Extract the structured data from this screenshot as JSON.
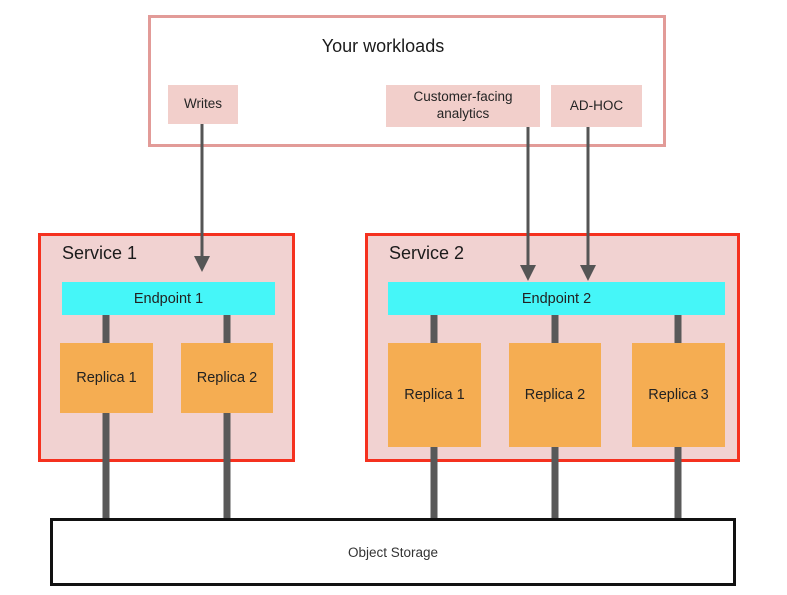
{
  "workloads": {
    "title": "Your workloads",
    "items": [
      {
        "label": "Writes"
      },
      {
        "label": "Customer-facing analytics"
      },
      {
        "label": "AD-HOC"
      }
    ]
  },
  "services": [
    {
      "name": "Service 1",
      "endpoint": "Endpoint 1",
      "replicas": [
        {
          "label": "Replica 1"
        },
        {
          "label": "Replica 2"
        }
      ]
    },
    {
      "name": "Service 2",
      "endpoint": "Endpoint 2",
      "replicas": [
        {
          "label": "Replica 1"
        },
        {
          "label": "Replica 2"
        },
        {
          "label": "Replica 3"
        }
      ]
    }
  ],
  "storage": {
    "label": "Object Storage"
  },
  "colors": {
    "workloads_border": "#e29b98",
    "chip_fill": "#f2cfcb",
    "service_border": "#f5311f",
    "service_fill": "#f1d2d1",
    "endpoint_fill": "#45f6f8",
    "replica_fill": "#f5ad52",
    "connector_gray": "#595959",
    "arrow_gray": "#555555",
    "storage_border": "#111111",
    "text": "#1f1f1f"
  }
}
